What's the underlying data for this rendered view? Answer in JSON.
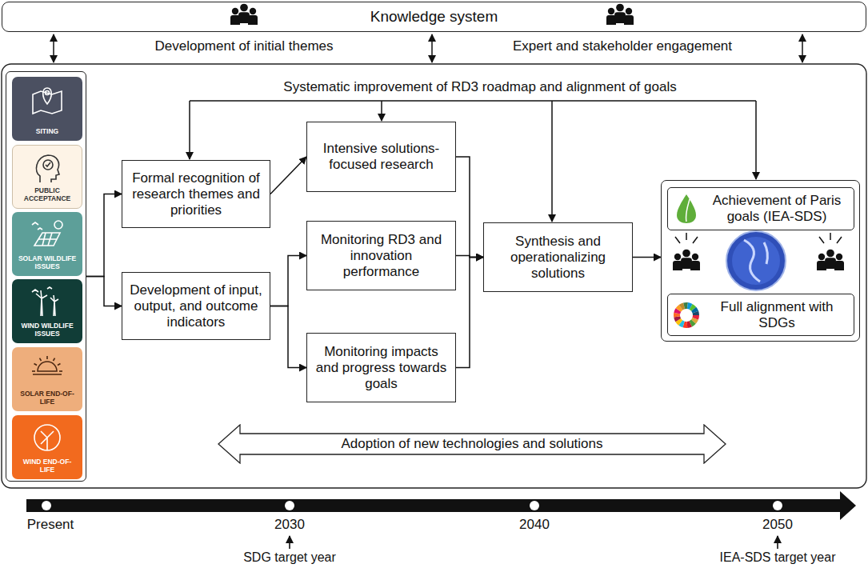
{
  "diagram": {
    "nodes": [
      {
        "text": [
          "Knowledge system"
        ]
      },
      {
        "text": []
      },
      {
        "text": [
          "SITING"
        ],
        "in": 1
      },
      {
        "text": [
          "PUBLIC ACCEPTANCE"
        ],
        "in": 1
      },
      {
        "text": [
          "SOLAR WILDLIFE ISSUES"
        ],
        "in": 1
      },
      {
        "text": [
          "WIND WILDLIFE ISSUES"
        ],
        "in": 1
      },
      {
        "text": [
          "SOLAR END-OF-LIFE"
        ],
        "in": 1
      },
      {
        "text": [
          "WIND END-OF-LIFE"
        ],
        "in": 1
      },
      {
        "text": [
          "Formal recognition of research themes and priorities"
        ]
      },
      {
        "text": [
          "Intensive solutions-focused research"
        ]
      },
      {
        "text": [
          "Development of input, output, and outcome indicators"
        ]
      },
      {
        "text": [
          "Monitoring RD3 and innovation performance"
        ]
      },
      {
        "text": [
          "Monitoring impacts and progress towards goals"
        ]
      },
      {
        "text": [
          "Synthesis and operationalizing solutions"
        ]
      },
      {
        "text": []
      },
      {
        "text": [
          "Achievement of Paris goals (IEA-SDS)"
        ],
        "in": 14
      },
      {
        "text": [
          "Full alignment with SDGs"
        ],
        "in": 14
      },
      {
        "text": [
          "Adoption of new technologies and solutions"
        ]
      }
    ],
    "edges": [
      {
        "from": 1,
        "to": 8,
        "arrow": "to"
      },
      {
        "from": 1,
        "to": 10,
        "arrow": "to"
      },
      {
        "from": 8,
        "to": 9,
        "arrow": "to"
      },
      {
        "from": 10,
        "to": 11,
        "arrow": "to"
      },
      {
        "from": 10,
        "to": 12,
        "arrow": "to"
      },
      {
        "from": 9,
        "to": 13,
        "arrow": "to"
      },
      {
        "from": 11,
        "to": 13,
        "arrow": "to"
      },
      {
        "from": 12,
        "to": 13,
        "arrow": "to"
      },
      {
        "from": 13,
        "to": 14,
        "arrow": "to"
      }
    ],
    "labels": [
      "Development of initial themes",
      "Expert and stakeholder engagement",
      "Systematic improvement of RD3 roadmap and alignment of goals",
      "Present",
      "2030",
      "2040",
      "2050",
      "SDG target year",
      "IEA-SDS target year"
    ]
  }
}
